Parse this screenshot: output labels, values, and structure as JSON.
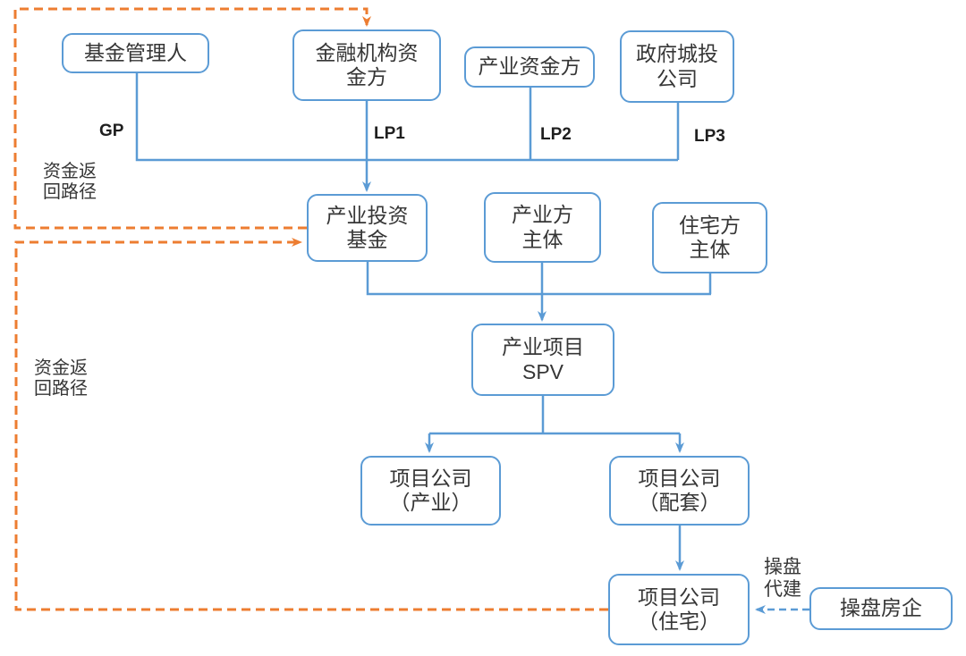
{
  "colors": {
    "node_border": "#5B9BD5",
    "connector": "#5B9BD5",
    "return_path": "#ED7D31",
    "text": "#363636"
  },
  "nodes": {
    "fund_manager": {
      "lines": [
        "基金管理人"
      ]
    },
    "financial_lp": {
      "lines": [
        "金融机构资",
        "金方"
      ]
    },
    "industry_lp": {
      "lines": [
        "产业资金方"
      ]
    },
    "government_lp": {
      "lines": [
        "政府城投",
        "公司"
      ]
    },
    "fund": {
      "lines": [
        "产业投资",
        "基金"
      ]
    },
    "industry_entity": {
      "lines": [
        "产业方",
        "主体"
      ]
    },
    "residential_entity": {
      "lines": [
        "住宅方",
        "主体"
      ]
    },
    "spv": {
      "lines": [
        "产业项目",
        "SPV"
      ]
    },
    "pc_industry": {
      "lines": [
        "项目公司",
        "（产业）"
      ]
    },
    "pc_supporting": {
      "lines": [
        "项目公司",
        "（配套）"
      ]
    },
    "pc_residential": {
      "lines": [
        "项目公司",
        "（住宅）"
      ]
    },
    "operating_developer": {
      "lines": [
        "操盘房企"
      ]
    }
  },
  "edge_labels": {
    "gp": "GP",
    "lp1": "LP1",
    "lp2": "LP2",
    "lp3": "LP3"
  },
  "annotations": {
    "return_path_top": {
      "lines": [
        "资金返",
        "回路径"
      ]
    },
    "return_path_bottom": {
      "lines": [
        "资金返",
        "回路径"
      ]
    },
    "operate_build": {
      "lines": [
        "操盘",
        "代建"
      ]
    }
  }
}
